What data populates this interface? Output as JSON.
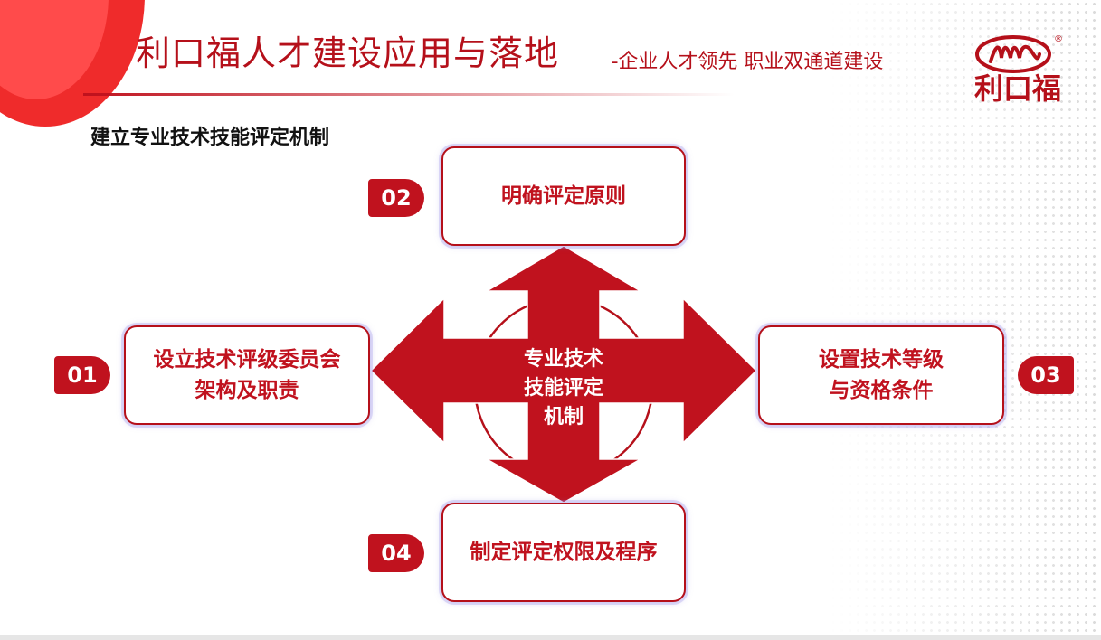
{
  "header": {
    "title": "利口福人才建设应用与落地",
    "subtitle": "-企业人才领先  职业双通道建设"
  },
  "logo": {
    "text": "利口福",
    "registered": "®"
  },
  "section_heading": "建立专业技术技能评定机制",
  "diagram": {
    "center": "专业技术\n技能评定\n机制",
    "items": [
      {
        "number": "01",
        "label": "设立技术评级委员会\n架构及职责"
      },
      {
        "number": "02",
        "label": "明确评定原则"
      },
      {
        "number": "03",
        "label": "设置技术等级\n与资格条件"
      },
      {
        "number": "04",
        "label": "制定评定权限及程序"
      }
    ]
  },
  "colors": {
    "brand_red": "#c0121e",
    "accent_red": "#ef2b2b"
  }
}
